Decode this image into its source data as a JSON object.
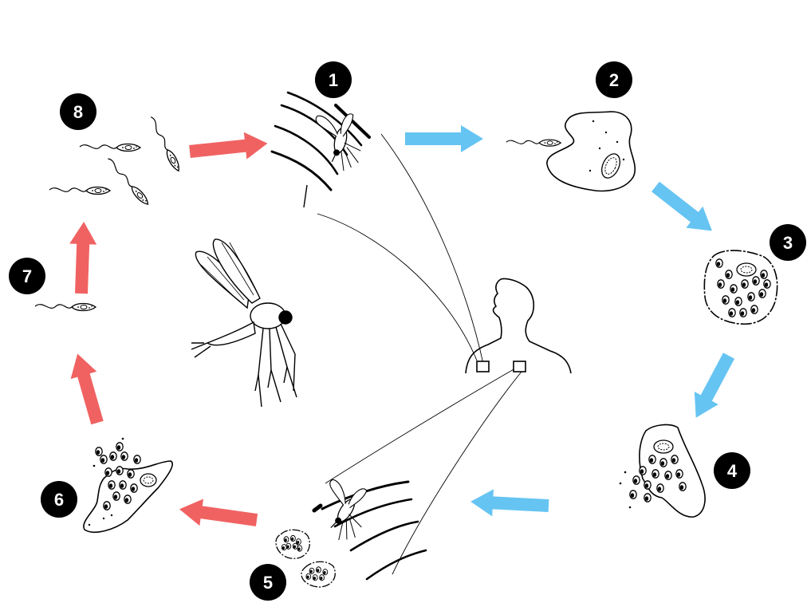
{
  "badges": [
    {
      "label": "1"
    },
    {
      "label": "2"
    },
    {
      "label": "3"
    },
    {
      "label": "4"
    },
    {
      "label": "5"
    },
    {
      "label": "6"
    },
    {
      "label": "7"
    },
    {
      "label": "8"
    }
  ],
  "colors": {
    "human_stage_arrow": "#66c4f2",
    "vector_stage_arrow": "#f06262",
    "badge_fill": "#000000",
    "badge_text": "#ffffff",
    "line_art": "#000000"
  },
  "icons": {
    "vector": "sandfly-icon",
    "host": "human-silhouette-icon",
    "promastigote": "promastigote-icon",
    "macrophage": "macrophage-icon",
    "amastigote_cluster": "amastigote-cluster-icon"
  }
}
